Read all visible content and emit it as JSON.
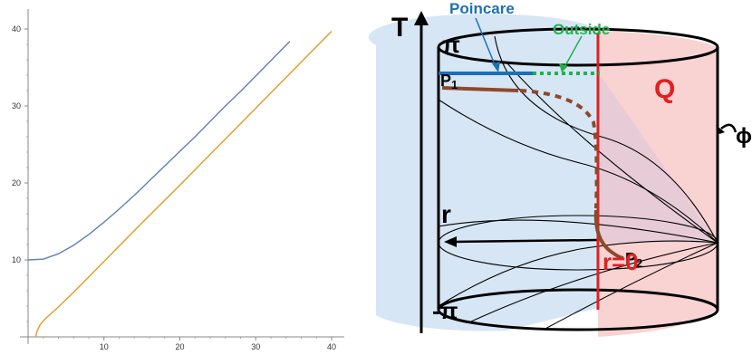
{
  "chart_data": {
    "type": "line",
    "title": "",
    "xlabel": "",
    "ylabel": "",
    "xlim": [
      0,
      41
    ],
    "ylim": [
      0,
      42
    ],
    "x_ticks": [
      10,
      20,
      30,
      40
    ],
    "y_ticks": [
      10,
      20,
      30,
      40
    ],
    "series": [
      {
        "color": "#5e81b5",
        "points": [
          [
            0,
            10
          ],
          [
            2,
            10.1
          ],
          [
            4,
            10.8
          ],
          [
            6,
            11.9
          ],
          [
            8,
            13.3
          ],
          [
            10,
            14.9
          ],
          [
            12,
            16.6
          ],
          [
            14,
            18.4
          ],
          [
            16,
            20.3
          ],
          [
            18,
            22.2
          ],
          [
            20,
            24.1
          ],
          [
            22,
            26.0
          ],
          [
            24,
            28.0
          ],
          [
            26,
            30.0
          ],
          [
            28,
            31.9
          ],
          [
            30,
            33.9
          ],
          [
            32,
            35.9
          ],
          [
            34,
            37.9
          ],
          [
            34.5,
            38.4
          ]
        ]
      },
      {
        "color": "#e19c24",
        "points": [
          [
            1,
            0
          ],
          [
            1.2,
            0.8
          ],
          [
            1.6,
            1.6
          ],
          [
            2.2,
            2.3
          ],
          [
            3,
            3.0
          ],
          [
            4,
            3.9
          ],
          [
            6,
            5.8
          ],
          [
            8,
            7.8
          ],
          [
            10,
            9.8
          ],
          [
            15,
            14.8
          ],
          [
            20,
            19.7
          ],
          [
            25,
            24.7
          ],
          [
            30,
            29.7
          ],
          [
            35,
            34.7
          ],
          [
            40,
            39.7
          ]
        ]
      }
    ]
  },
  "diagram": {
    "t_axis_label": "T",
    "pi_top_label": "π",
    "pi_bottom_label": "-π",
    "poincare_label": "Poincare",
    "outside_label": "Outside",
    "p1_label": "P",
    "p1_sub": "1",
    "p2_label": "P",
    "p2_sub": "2",
    "q_label": "Q",
    "r_label": "r",
    "r0_label": "r=0",
    "phi_label": "ϕ",
    "colors": {
      "poincare_blue": "#1f6fb6",
      "outside_green": "#22b14c",
      "red_line": "#e02020",
      "curve_brown": "#8b4a2b",
      "blue_fill": "#cfe2f3",
      "pink_fill": "#f9d0d0"
    }
  }
}
